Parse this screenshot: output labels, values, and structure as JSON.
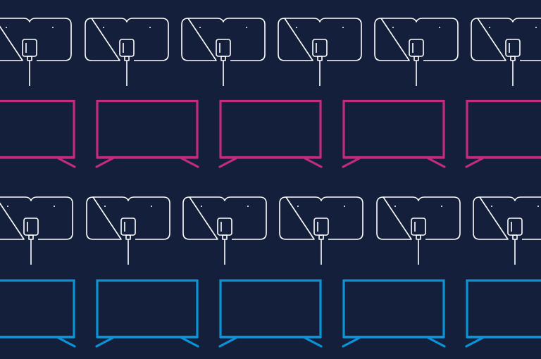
{
  "colors": {
    "background": "#141f3b",
    "antenna": "#ffffff",
    "tv_row_1": "#c32c7e",
    "tv_row_2": "#0b94d6"
  },
  "rows": [
    {
      "antenna_count": 6,
      "tv_count": 5,
      "tv_color": "tv_row_1"
    },
    {
      "antenna_count": 6,
      "tv_count": 5,
      "tv_color": "tv_row_2"
    }
  ]
}
